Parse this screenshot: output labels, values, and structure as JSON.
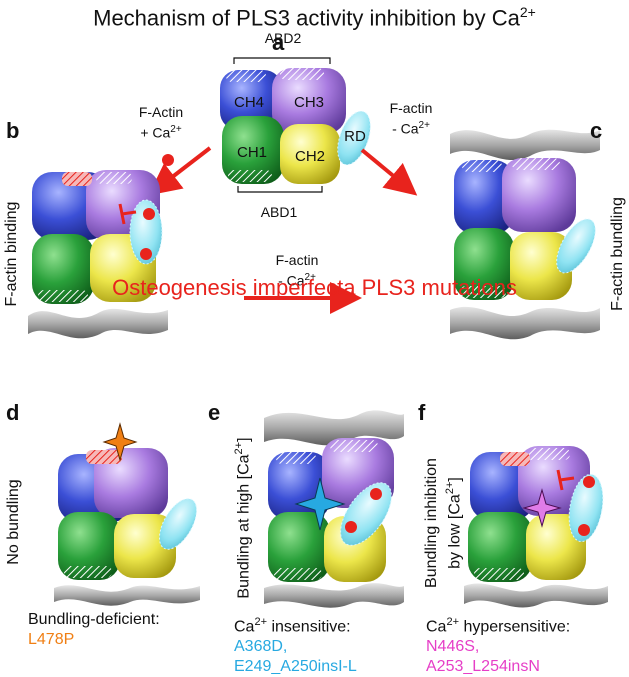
{
  "title": "Mechanism of PLS3 activity inhibition by Ca",
  "title_sup": "2+",
  "panels": {
    "a": "a",
    "b": "b",
    "c": "c",
    "d": "d",
    "e": "e",
    "f": "f"
  },
  "domains": {
    "abd2": "ABD2",
    "abd1": "ABD1",
    "ch1": "CH1",
    "ch2": "CH2",
    "ch3": "CH3",
    "ch4": "CH4",
    "rd": "RD"
  },
  "arrows": {
    "left_line1": "F-Actin",
    "left_line2": "+ Ca",
    "right_line1": "F-actin",
    "right_line2": "- Ca",
    "bottom_line1": "F-actin",
    "bottom_line2": "- Ca",
    "ion_sup": "2+"
  },
  "side_labels": {
    "b": "F-actin binding",
    "c": "F-actin bundling",
    "d": "No bundling",
    "e": "Bundling at high [Ca",
    "e_tail": "]",
    "f_line1": "Bundling inhibition",
    "f_line2": "by low [Ca",
    "f_tail": "]",
    "sup": "2+"
  },
  "subtitle": "Osteogenesis imperfecta PLS3 mutations",
  "captions": {
    "d_head": "Bundling-deficient:",
    "d_mut": "L478P",
    "e_head_pre": "Ca",
    "e_head_post": " insensitive:",
    "e_mut1": "A368D,",
    "e_mut2": "E249_A250insI-L",
    "f_head_pre": "Ca",
    "f_head_post": " hypersensitive:",
    "f_mut1": "N446S,",
    "f_mut2": "A253_L254insN",
    "sup": "2+"
  },
  "colors": {
    "ch1": "#2aa13b",
    "ch2": "#e6e23c",
    "ch3": "#a97be0",
    "ch4": "#3b4fd6",
    "rd": "#8fe3f2",
    "calcium": "#e8231d",
    "arrow": "#e8231d",
    "subtitle": "#e8231d",
    "l478p": "#f07f14",
    "ca_insensitive": "#27a9e1",
    "ca_hypersensitive": "#e63ec7",
    "actin": "#9a9a9a"
  }
}
